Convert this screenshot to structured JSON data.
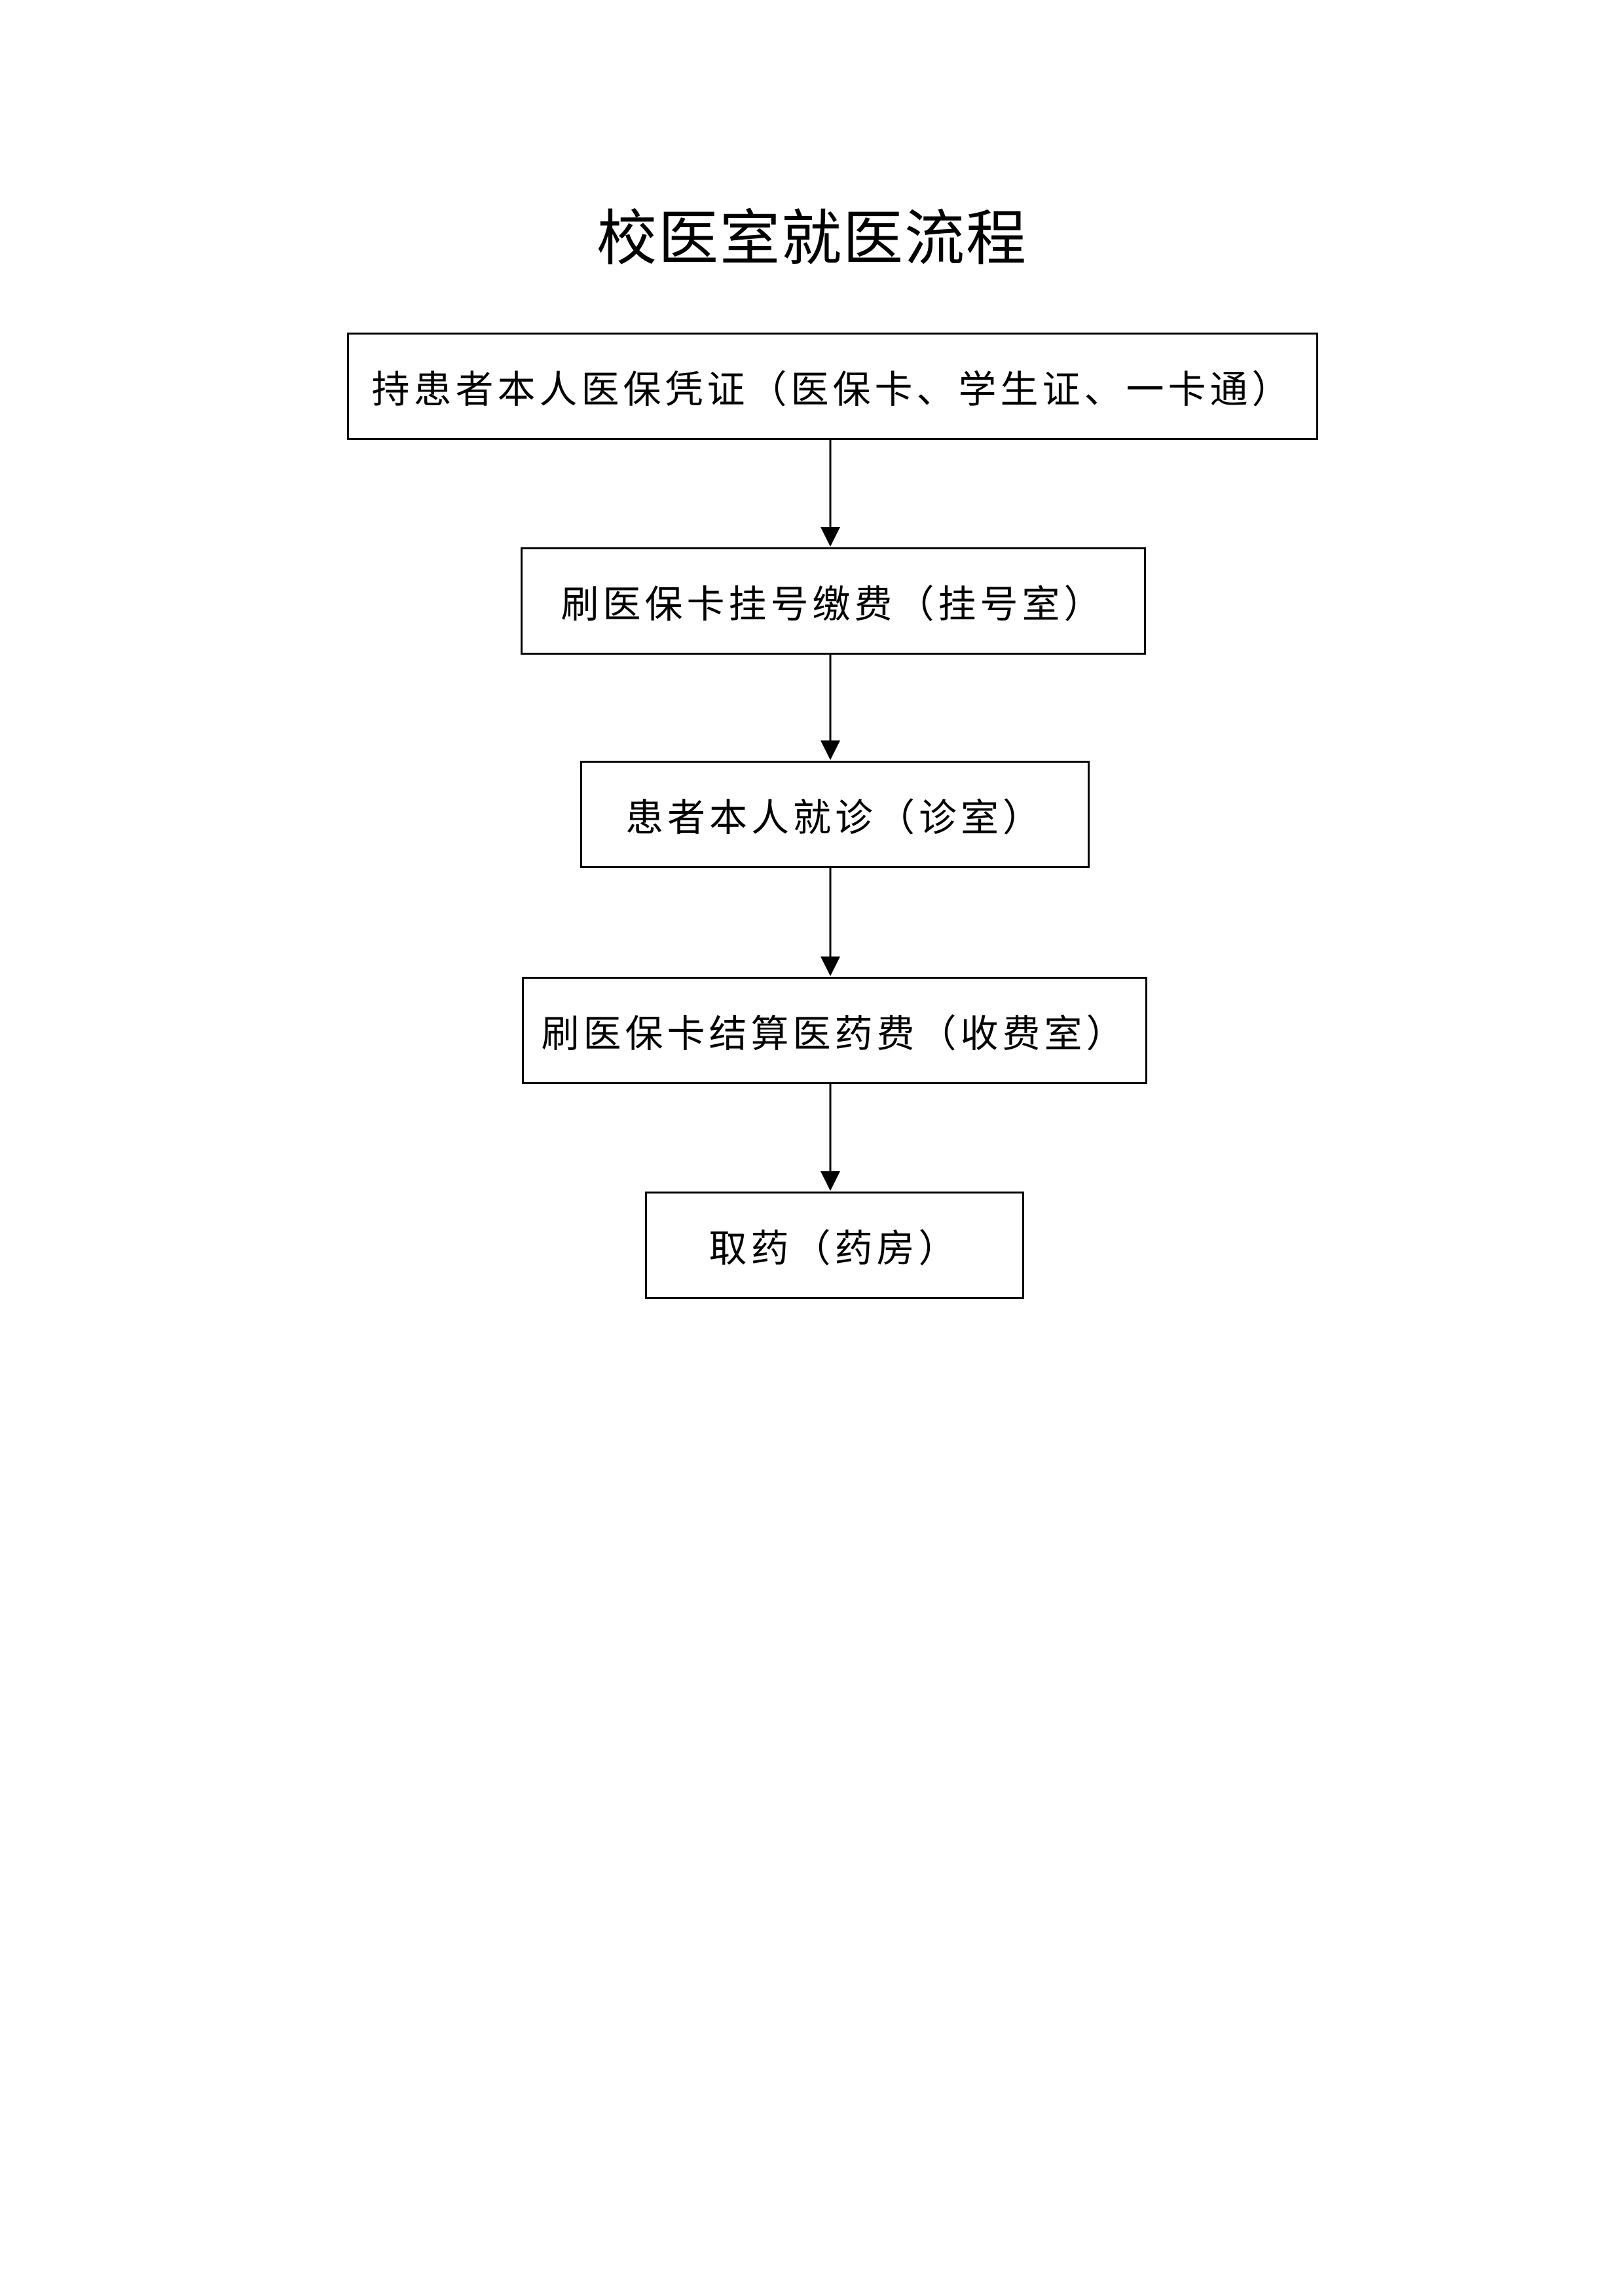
{
  "title": "校医室就医流程",
  "steps": [
    "持患者本人医保凭证（医保卡、学生证、一卡通）",
    "刷医保卡挂号缴费（挂号室）",
    "患者本人就诊（诊室）",
    "刷医保卡结算医药费（收费室）",
    "取药（药房）"
  ]
}
